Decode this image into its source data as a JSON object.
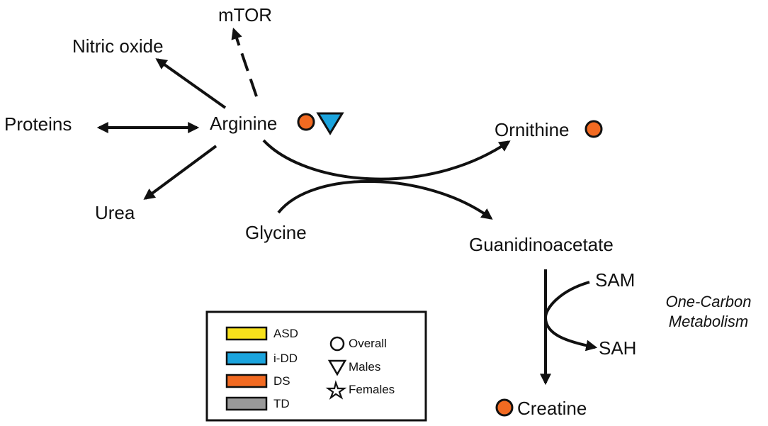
{
  "nodes": {
    "mtor": "mTOR",
    "nitric_oxide": "Nitric oxide",
    "proteins": "Proteins",
    "arginine": "Arginine",
    "ornithine": "Ornithine",
    "urea": "Urea",
    "glycine": "Glycine",
    "guanidinoacetate": "Guanidinoacetate",
    "sam": "SAM",
    "sah": "SAH",
    "creatine": "Creatine"
  },
  "annotation": {
    "line1": "One-Carbon",
    "line2": "Metabolism"
  },
  "legend": {
    "groups": [
      {
        "label": "ASD",
        "color": "#f7e11b"
      },
      {
        "label": "i-DD",
        "color": "#1ba4dd"
      },
      {
        "label": "DS",
        "color": "#f26a21"
      },
      {
        "label": "TD",
        "color": "#999999"
      }
    ],
    "markers": [
      {
        "label": "Overall",
        "shape": "circle"
      },
      {
        "label": "Males",
        "shape": "triangle-down"
      },
      {
        "label": "Females",
        "shape": "star"
      }
    ]
  },
  "markers_on_nodes": {
    "arginine": [
      {
        "shape": "circle",
        "group": "DS",
        "color": "#f26a21"
      },
      {
        "shape": "triangle-down",
        "group": "i-DD",
        "color": "#1ba4dd"
      }
    ],
    "ornithine": [
      {
        "shape": "circle",
        "group": "DS",
        "color": "#f26a21"
      }
    ],
    "creatine": [
      {
        "shape": "circle",
        "group": "DS",
        "color": "#f26a21"
      }
    ]
  }
}
